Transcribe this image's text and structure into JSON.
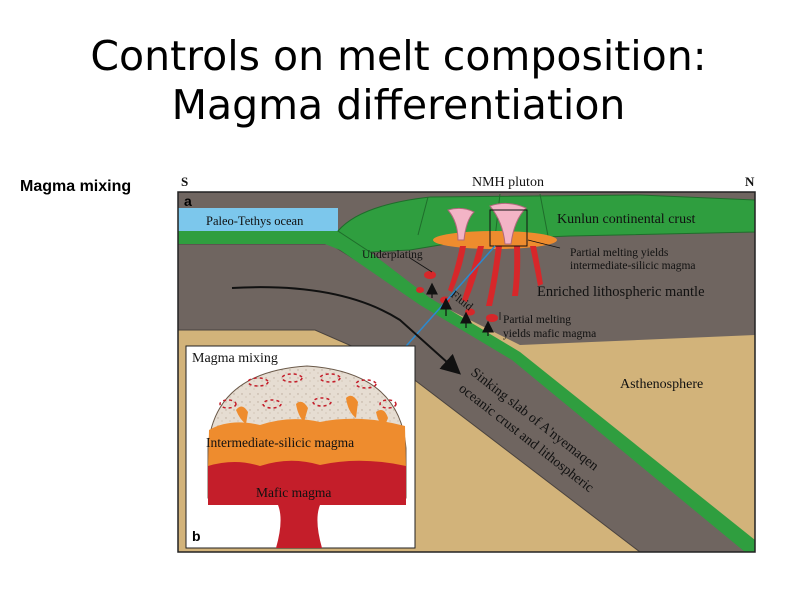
{
  "slide": {
    "title_line1": "Controls on melt composition:",
    "title_line2": "Magma differentiation",
    "side_label": "Magma mixing"
  },
  "diagram": {
    "compass_south": "S",
    "compass_north": "N",
    "panel_a": "a",
    "panel_b": "b",
    "pluton": "NMH  pluton",
    "ocean": "Paleo-Tethys ocean",
    "crust": "Kunlun  continental  crust",
    "partial_melting_1": "Partial melting yields",
    "partial_melting_2": "intermediate-silicic magma",
    "underplating": "Underplating",
    "mantle": "Enriched lithospheric mantle",
    "fluid": "Fluid",
    "mafic_melting_1": "Partial melting",
    "mafic_melting_2": "yields mafic magma",
    "asthenosphere": "Asthenosphere",
    "slab_1": "Sinking slab of A'nyemaqen",
    "slab_2": "oceanic crust and lithospheric",
    "inset_title": "Magma mixing",
    "inset_intermediate": "Intermediate-silicic magma",
    "inset_mafic": "Mafic magma"
  },
  "colors": {
    "ocean": "#7cc7ec",
    "crust": "#2f9e3f",
    "mantle": "#6f6560",
    "asthenosphere": "#d2b37a",
    "magma_red": "#d7272a",
    "magma_orange": "#ee8c2e",
    "magma_pink": "#f3b4c6"
  }
}
